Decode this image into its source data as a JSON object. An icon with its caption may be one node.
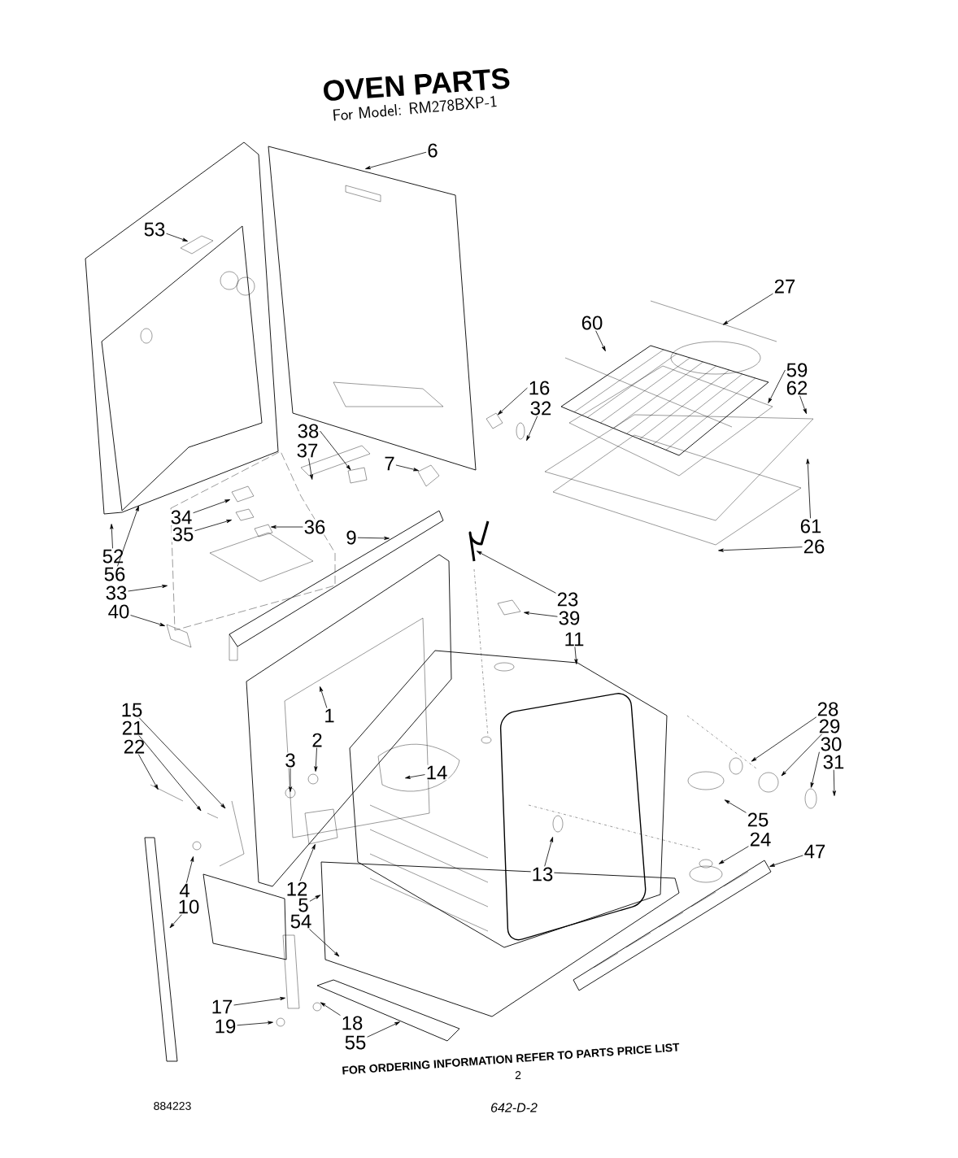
{
  "diagram": {
    "title": "OVEN PARTS",
    "nodes": [
      {
        "text": [
          "6"
        ]
      },
      {
        "text": [
          "53"
        ]
      },
      {
        "text": [
          "27"
        ]
      },
      {
        "text": [
          "60"
        ]
      },
      {
        "text": [
          "59"
        ]
      },
      {
        "text": [
          "16"
        ]
      },
      {
        "text": [
          "62"
        ]
      },
      {
        "text": [
          "32"
        ]
      },
      {
        "text": [
          "38"
        ]
      },
      {
        "text": [
          "37"
        ]
      },
      {
        "text": [
          "7"
        ]
      },
      {
        "text": [
          "34"
        ]
      },
      {
        "text": [
          "9"
        ]
      },
      {
        "text": [
          "35"
        ]
      },
      {
        "text": [
          "36"
        ]
      },
      {
        "text": [
          "61"
        ]
      },
      {
        "text": [
          "26"
        ]
      },
      {
        "text": [
          "52"
        ]
      },
      {
        "text": [
          "56"
        ]
      },
      {
        "text": [
          "33"
        ]
      },
      {
        "text": [
          "23"
        ]
      },
      {
        "text": [
          "39"
        ]
      },
      {
        "text": [
          "40"
        ]
      },
      {
        "text": [
          "11"
        ]
      },
      {
        "text": [
          "1"
        ]
      },
      {
        "text": [
          "15"
        ]
      },
      {
        "text": [
          "21"
        ]
      },
      {
        "text": [
          "22"
        ]
      },
      {
        "text": [
          "2"
        ]
      },
      {
        "text": [
          "28"
        ]
      },
      {
        "text": [
          "29"
        ]
      },
      {
        "text": [
          "3"
        ]
      },
      {
        "text": [
          "14"
        ]
      },
      {
        "text": [
          "30"
        ]
      },
      {
        "text": [
          "31"
        ]
      },
      {
        "text": [
          "25"
        ]
      },
      {
        "text": [
          "24"
        ]
      },
      {
        "text": [
          "47"
        ]
      },
      {
        "text": [
          "13"
        ]
      },
      {
        "text": [
          "12"
        ]
      },
      {
        "text": [
          "4"
        ]
      },
      {
        "text": [
          "5"
        ]
      },
      {
        "text": [
          "10"
        ]
      },
      {
        "text": [
          "54"
        ]
      },
      {
        "text": [
          "17"
        ]
      },
      {
        "text": [
          "18"
        ]
      },
      {
        "text": [
          "19"
        ]
      },
      {
        "text": [
          "55"
        ]
      },
      {
        "text": [],
        "shape": "picture"
      },
      {
        "text": [],
        "shape": "picture"
      },
      {
        "text": [],
        "shape": "picture"
      },
      {
        "text": [],
        "shape": "circle"
      },
      {
        "text": [],
        "shape": "picture"
      },
      {
        "text": [],
        "shape": "picture"
      }
    ],
    "edges": [
      {
        "from": 0,
        "to": null,
        "arrow": "to"
      },
      {
        "from": 1,
        "to": null,
        "arrow": "to"
      },
      {
        "from": 2,
        "to": null,
        "arrow": "to"
      },
      {
        "from": 3,
        "to": null,
        "arrow": "to"
      },
      {
        "from": 4,
        "to": 48,
        "arrow": "to"
      },
      {
        "from": 5,
        "to": 49,
        "arrow": "to"
      },
      {
        "from": 6,
        "to": null,
        "arrow": "to"
      },
      {
        "from": 7,
        "to": null,
        "arrow": "to"
      },
      {
        "from": 8,
        "to": 50,
        "arrow": "to"
      },
      {
        "from": 9,
        "to": null,
        "arrow": "to"
      },
      {
        "from": 10,
        "to": null,
        "arrow": "to"
      },
      {
        "from": 11,
        "to": null,
        "arrow": "to"
      },
      {
        "from": 12,
        "to": null,
        "arrow": "to"
      },
      {
        "from": 13,
        "to": null,
        "arrow": "to"
      },
      {
        "from": 14,
        "to": null,
        "arrow": "to"
      },
      {
        "from": 15,
        "to": null,
        "arrow": "to"
      },
      {
        "from": 16,
        "to": null,
        "arrow": "to"
      },
      {
        "from": 17,
        "to": null,
        "arrow": "to"
      },
      {
        "from": 18,
        "to": null,
        "arrow": "to"
      },
      {
        "from": 19,
        "to": null,
        "arrow": "to"
      },
      {
        "from": 20,
        "to": null,
        "arrow": "to"
      },
      {
        "from": 21,
        "to": null,
        "arrow": "to"
      },
      {
        "from": 22,
        "to": null,
        "arrow": "to"
      },
      {
        "from": 23,
        "to": null,
        "arrow": "to"
      },
      {
        "from": 24,
        "to": null,
        "arrow": "to"
      },
      {
        "from": 25,
        "to": null,
        "arrow": "to"
      },
      {
        "from": 26,
        "to": null,
        "arrow": "to"
      },
      {
        "from": 27,
        "to": null,
        "arrow": "to"
      },
      {
        "from": 28,
        "to": null,
        "arrow": "to"
      },
      {
        "from": 29,
        "to": null,
        "arrow": "to"
      },
      {
        "from": 30,
        "to": null,
        "arrow": "to"
      },
      {
        "from": 31,
        "to": null,
        "arrow": "to"
      },
      {
        "from": 32,
        "to": null,
        "arrow": "to"
      },
      {
        "from": 33,
        "to": 51,
        "arrow": "to"
      },
      {
        "from": 34,
        "to": null,
        "arrow": "to"
      },
      {
        "from": 35,
        "to": null,
        "arrow": "to"
      },
      {
        "from": 36,
        "to": null,
        "arrow": "to"
      },
      {
        "from": 37,
        "to": 52,
        "arrow": "to"
      },
      {
        "from": 38,
        "to": null,
        "arrow": "to"
      },
      {
        "from": 39,
        "to": null,
        "arrow": "to"
      },
      {
        "from": 40,
        "to": null,
        "arrow": "to"
      },
      {
        "from": 41,
        "to": null,
        "arrow": "to"
      },
      {
        "from": 42,
        "to": null,
        "arrow": "to"
      },
      {
        "from": 43,
        "to": null,
        "arrow": "to"
      },
      {
        "from": 44,
        "to": null,
        "arrow": "to"
      },
      {
        "from": 45,
        "to": null,
        "arrow": "to"
      },
      {
        "from": 46,
        "to": null,
        "arrow": "to"
      },
      {
        "from": 47,
        "to": 53,
        "arrow": "to"
      }
    ],
    "labels": [
      "For Model: RM278BXP-1",
      "FOR ORDERING INFORMATION REFER TO PARTS PRICE LIST",
      "2",
      "884223",
      "642-D-2"
    ]
  }
}
